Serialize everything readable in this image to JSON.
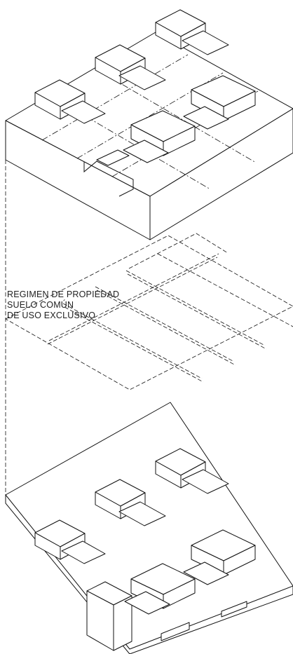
{
  "caption": {
    "line1": "REGIMEN DE PROPIEDAD",
    "line2": "SUELO COMÚN",
    "line3": "DE USO EXCLUSIVO"
  },
  "colors": {
    "ink": "#111111",
    "paper": "#ffffff"
  }
}
